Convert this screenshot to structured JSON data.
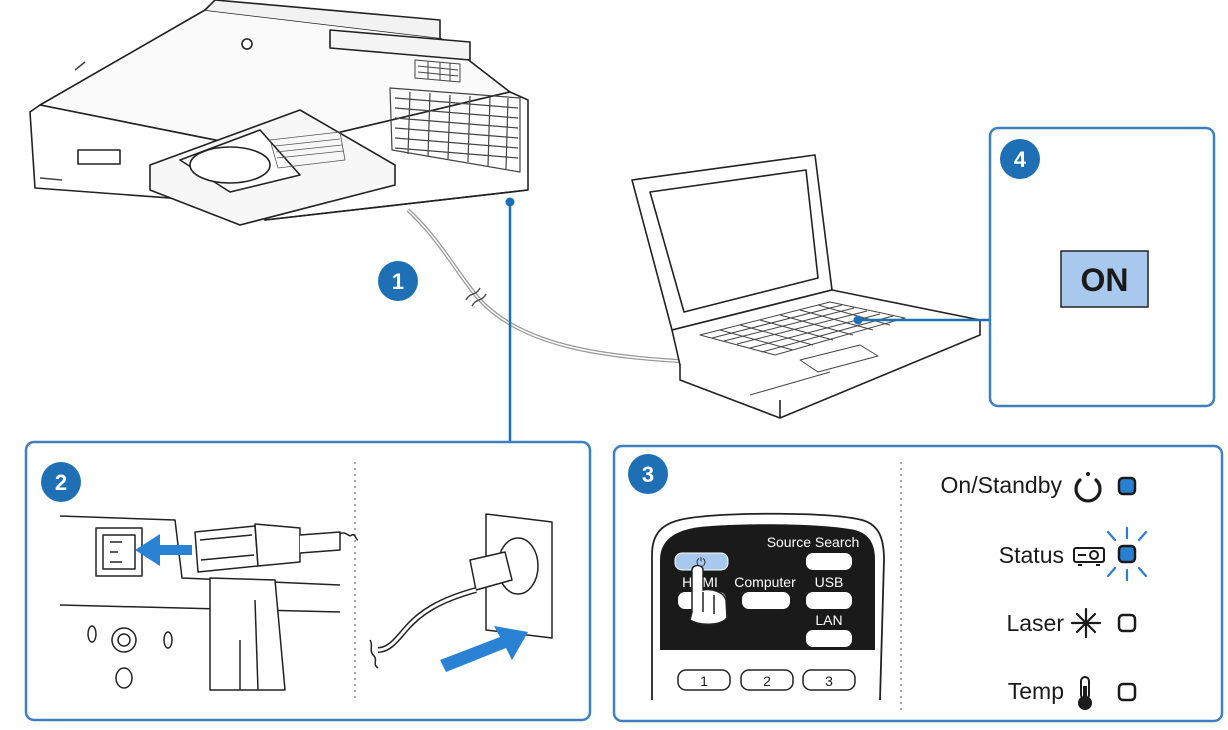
{
  "steps": [
    "1",
    "2",
    "3",
    "4"
  ],
  "step4": {
    "on_label": "ON"
  },
  "remote": {
    "source_search": "Source Search",
    "hdmi": "HDMI",
    "computer": "Computer",
    "usb": "USB",
    "lan": "LAN",
    "num1": "1",
    "num2": "2",
    "num3": "3"
  },
  "indicators": {
    "on_standby": "On/Standby",
    "status": "Status",
    "laser": "Laser",
    "temp": "Temp"
  },
  "colors": {
    "accent_blue": "#1f6fb5",
    "panel_border": "#3d7fc0",
    "on_box_fill": "#a8c8ee",
    "indicator_blue": "#2a7fd0"
  }
}
